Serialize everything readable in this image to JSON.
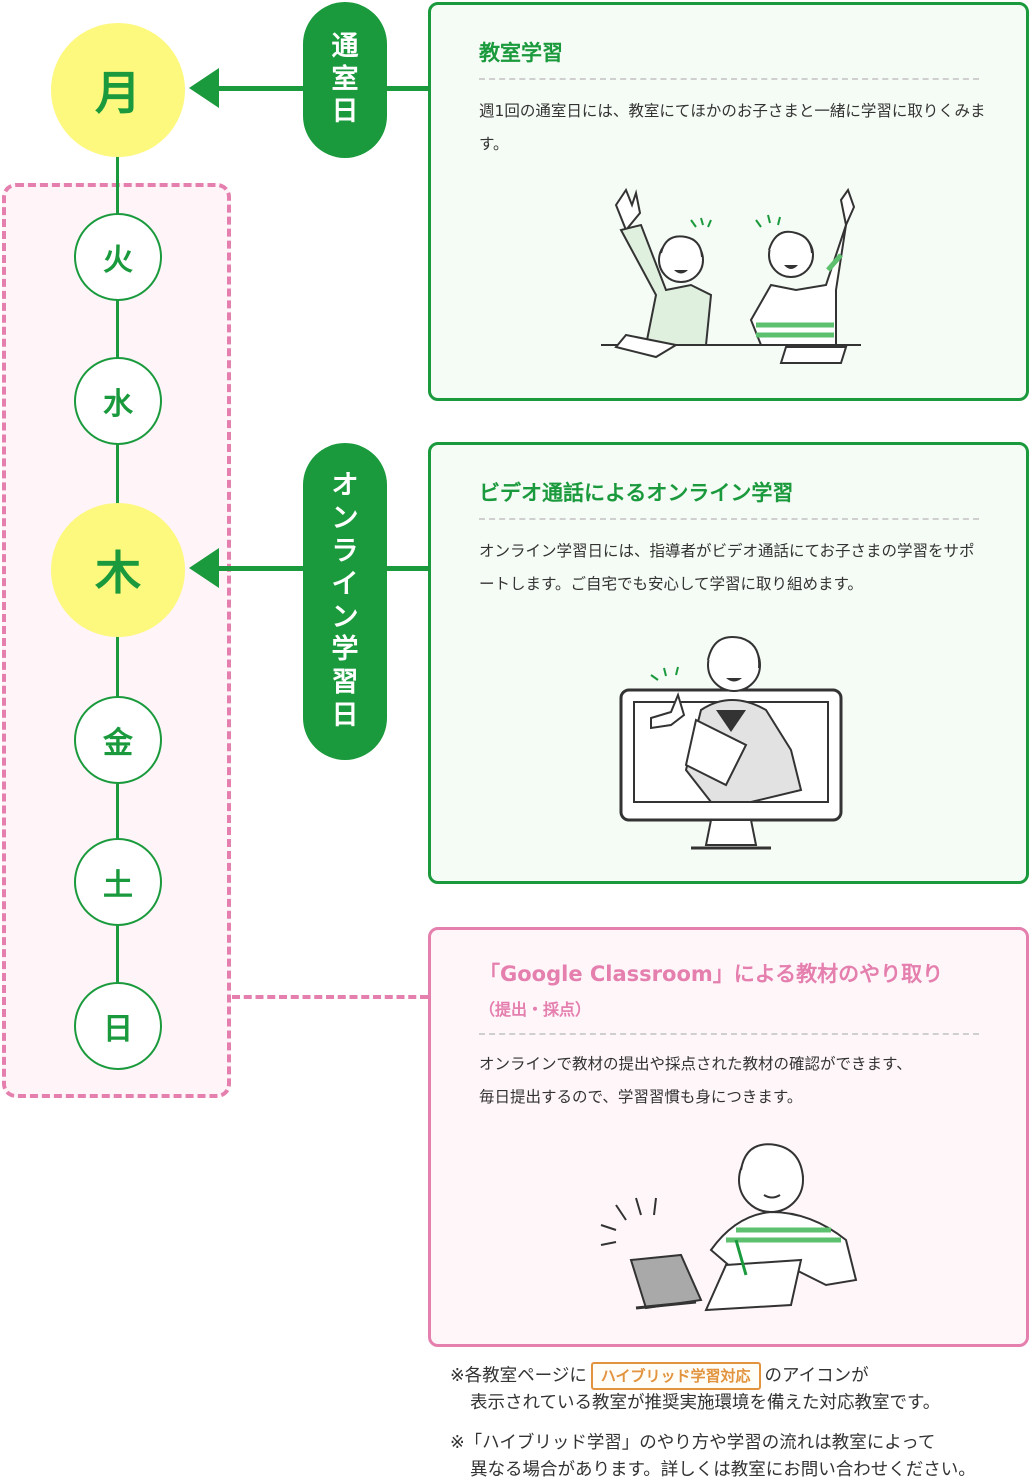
{
  "weekdays": {
    "mon": "月",
    "tue": "火",
    "wed": "水",
    "thu": "木",
    "fri": "金",
    "sat": "土",
    "sun": "日"
  },
  "pills": {
    "classroom_day": "通室日",
    "online_day": "オンライン学習日"
  },
  "cards": {
    "classroom": {
      "title": "教室学習",
      "body": "週1回の通室日には、教室にてほかのお子さまと一緒に学習に取りくみます。"
    },
    "online": {
      "title": "ビデオ通話によるオンライン学習",
      "body": "オンライン学習日には、指導者がビデオ通話にてお子さまの学習をサポートします。ご自宅でも安心して学習に取り組めます。"
    },
    "classroom_app": {
      "title": "「Google Classroom」による教材のやり取り",
      "subtitle": "（提出・採点）",
      "body_line1": "オンラインで教材の提出や採点された教材の確認ができます、",
      "body_line2": "毎日提出するので、学習習慣も身につきます。"
    }
  },
  "notes": {
    "note1_prefix": "※各教室ページに",
    "badge": "ハイブリッド学習対応",
    "note1_suffix": "のアイコンが",
    "note1_line2": "表示されている教室が推奨実施環境を備えた対応教室です。",
    "note2_line1": "※「ハイブリッド学習」のやり方や学習の流れは教室によって",
    "note2_line2": "異なる場合があります。詳しくは教室にお問い合わせください。"
  },
  "colors": {
    "green": "#1a9a3c",
    "yellow": "#fdf87e",
    "pink": "#e47fae",
    "orange": "#e2933d"
  },
  "icons": {
    "arrow": "arrow-left-icon",
    "illustration_classroom": "two-kids-raising-hands",
    "illustration_online": "teacher-on-monitor",
    "illustration_app": "boy-writing-with-tablet"
  }
}
